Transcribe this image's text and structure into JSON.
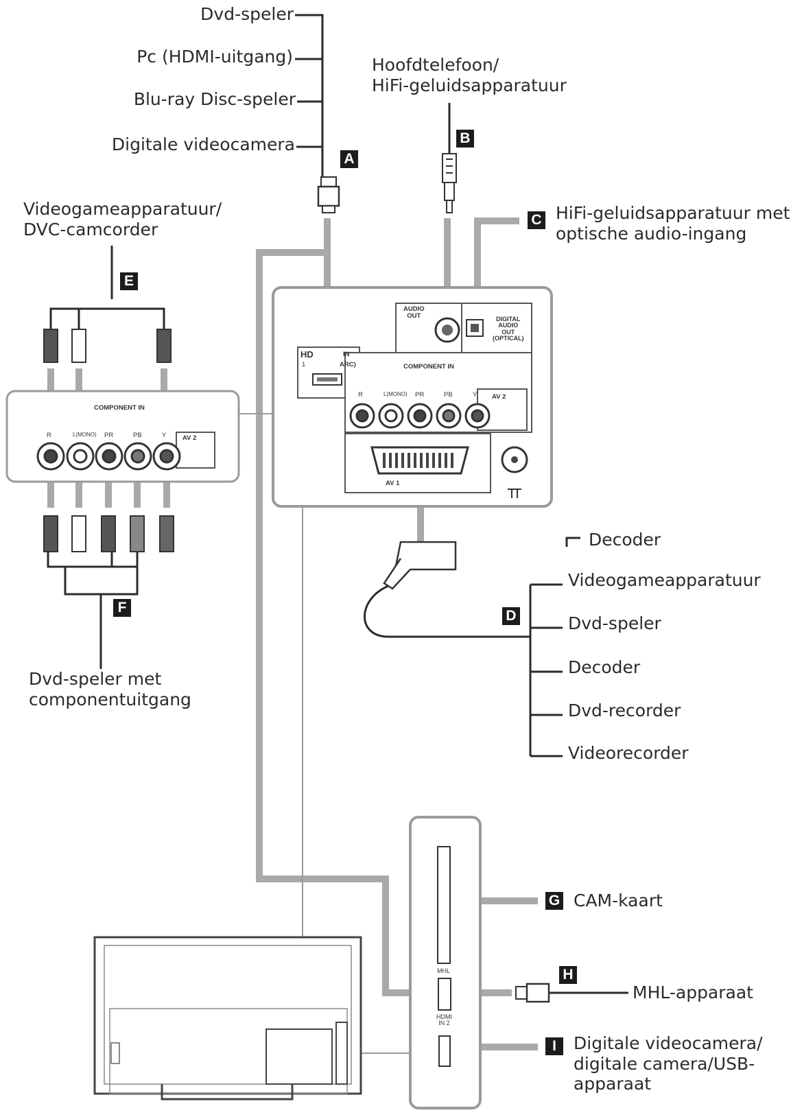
{
  "devices_A": [
    "Dvd-speler",
    "Pc (HDMI-uitgang)",
    "Blu-ray Disc-speler",
    "Digitale videocamera"
  ],
  "device_B": "Hoofdtelefoon/\nHiFi-geluidsapparatuur",
  "device_C": "HiFi-geluidsapparatuur met\noptische audio-ingang",
  "device_E": "Videogameapparatuur/\nDVC-camcorder",
  "device_F": "Dvd-speler met\ncomponentuitgang",
  "devices_D": [
    "Decoder",
    "Videogameapparatuur",
    "Dvd-speler",
    "Decoder",
    "Dvd-recorder",
    "Videorecorder"
  ],
  "device_G": "CAM-kaart",
  "device_H": "MHL-apparaat",
  "device_I": "Digitale videocamera/\ndigitale camera/USB-\napparaat",
  "tags": {
    "A": "A",
    "B": "B",
    "C": "C",
    "D": "D",
    "E": "E",
    "F": "F",
    "G": "G",
    "H": "H",
    "I": "I"
  },
  "panel": {
    "audio_out": "AUDIO\nOUT",
    "digital_audio_out": "DIGITAL\nAUDIO\nOUT\n(OPTICAL)",
    "hdmi_in": "IN",
    "hdmi_port": "1",
    "hdmi_arc": "ARC)",
    "component_in": "COMPONENT IN",
    "jack_r": "R",
    "jack_l": "L(MONO)",
    "jack_pr": "PR",
    "jack_pb": "PB",
    "jack_y": "Y",
    "av2": "AV 2",
    "av1": "AV 1",
    "mhl": "MHL",
    "hdmi_in2": "HDMI\nIN 2"
  },
  "colors": {
    "cable": "#a9a9a9",
    "line": "#2b2b2b",
    "panel": "#9a9a9a",
    "tag": "#1c1c1c"
  }
}
